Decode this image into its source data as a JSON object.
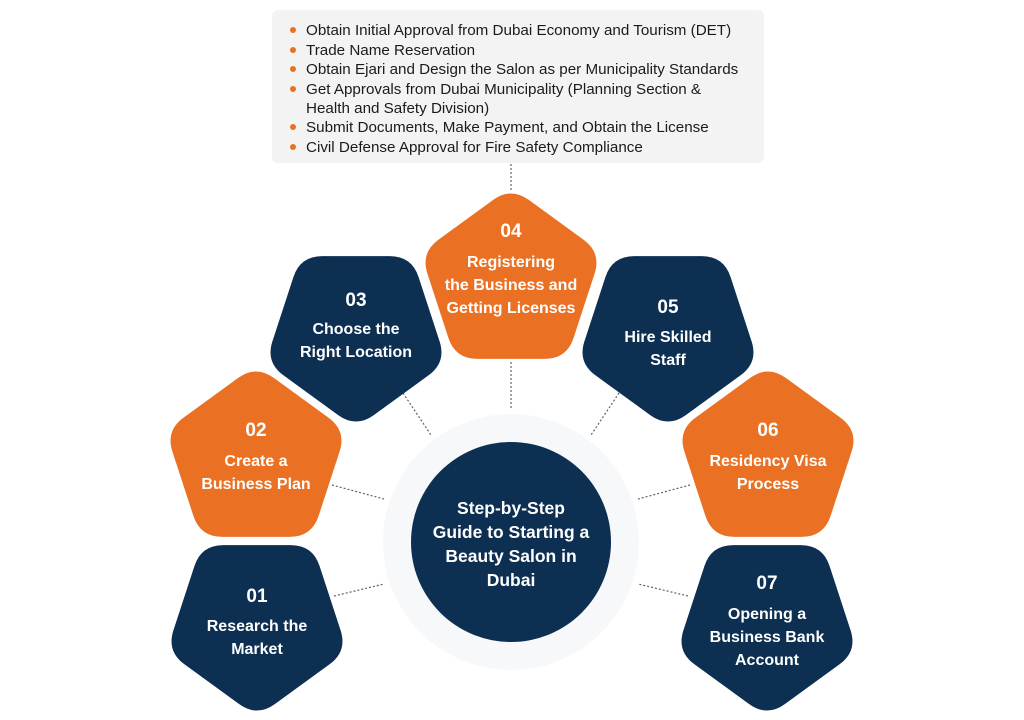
{
  "colors": {
    "navy": "#0c2f52",
    "orange": "#ea7124",
    "connector": "#5a6470",
    "box_bg": "#f3f3f3",
    "halo": "#f5f7f9"
  },
  "details_box": {
    "items": [
      "Obtain Initial Approval from Dubai Economy and Tourism (DET)",
      "Trade Name Reservation",
      "Obtain Ejari and Design the Salon as per Municipality Standards",
      "Get Approvals from Dubai Municipality (Planning Section & Health and Safety Division)",
      "Submit Documents, Make Payment, and Obtain the License",
      "Civil Defense Approval for Fire Safety Compliance"
    ]
  },
  "center": {
    "lines": [
      "Step-by-Step",
      "Guide to Starting a",
      "Beauty Salon in",
      "Dubai"
    ]
  },
  "steps": [
    {
      "number": "01",
      "lines": [
        "Research the",
        "Market"
      ],
      "color": "navy",
      "direction": "down"
    },
    {
      "number": "02",
      "lines": [
        "Create a",
        "Business Plan"
      ],
      "color": "orange",
      "direction": "up"
    },
    {
      "number": "03",
      "lines": [
        "Choose the",
        "Right Location"
      ],
      "color": "navy",
      "direction": "down"
    },
    {
      "number": "04",
      "lines": [
        "Registering",
        "the Business and",
        "Getting Licenses"
      ],
      "color": "orange",
      "direction": "up"
    },
    {
      "number": "05",
      "lines": [
        "Hire Skilled",
        "Staff"
      ],
      "color": "navy",
      "direction": "down"
    },
    {
      "number": "06",
      "lines": [
        "Residency Visa",
        "Process"
      ],
      "color": "orange",
      "direction": "up"
    },
    {
      "number": "07",
      "lines": [
        "Opening a",
        "Business Bank",
        "Account"
      ],
      "color": "navy",
      "direction": "down"
    }
  ]
}
